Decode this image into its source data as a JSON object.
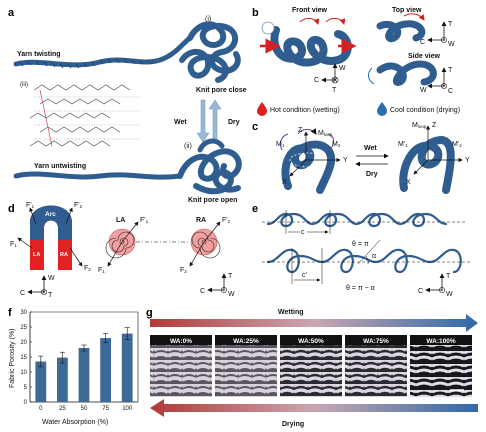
{
  "colors": {
    "yarn": "#2f5d8f",
    "yarn_dark": "#1f446e",
    "hot": "#e02020",
    "cool": "#2a6fb0",
    "bar": "#3e6a98",
    "red_arrow": "#c43a3a"
  },
  "panels": {
    "a": {
      "label": "a",
      "yarn_twisting": "Yarn twisting",
      "yarn_untwisting": "Yarn untwisting",
      "state_i": "(i)",
      "state_ii": "(ii)",
      "state_iii": "(iii)",
      "knit_close": "Knit pore close",
      "knit_open": "Knit pore open",
      "wet": "Wet",
      "dry": "Dry"
    },
    "b": {
      "label": "b",
      "front_view": "Front view",
      "top_view": "Top view",
      "side_view": "Side view",
      "hot": "Hot condition (wetting)",
      "cool": "Cool condition (drying)",
      "axis_T": "T",
      "axis_W": "W",
      "axis_C": "C"
    },
    "c": {
      "label": "c",
      "Z": "Z",
      "Mloop": "M",
      "loop_sub": "loop",
      "M1": "M",
      "M2": "M",
      "X": "X",
      "Y": "Y",
      "wet": "Wet",
      "dry": "Dry",
      "M1p": "M'",
      "M2p": "M'"
    },
    "d": {
      "label": "d",
      "arc": "Arc",
      "la": "LA",
      "ra": "RA",
      "F1": "F",
      "F2": "F",
      "F1p": "F'",
      "F2p": "F'",
      "axis_T": "T",
      "axis_W": "W",
      "axis_C": "C"
    },
    "e": {
      "label": "e",
      "c": "c",
      "c2": "c'",
      "theta_pi": "θ = π",
      "theta_alpha": "θ = π − α",
      "alpha": "α",
      "axis_T": "T",
      "axis_W": "W",
      "axis_C": "C"
    },
    "f": {
      "label": "f"
    },
    "g": {
      "label": "g",
      "wetting": "Wetting",
      "drying": "Drying",
      "captions": [
        "WA:0%",
        "WA:25%",
        "WA:50%",
        "WA:75%",
        "WA:100%"
      ]
    }
  },
  "chart_data": {
    "type": "bar",
    "categories": [
      "0",
      "25",
      "50",
      "75",
      "100"
    ],
    "values": [
      13.5,
      14.8,
      18.0,
      21.3,
      22.8
    ],
    "errors": [
      1.8,
      1.8,
      1.0,
      1.5,
      2.0
    ],
    "xlabel": "Water Absorption (%)",
    "ylabel": "Fabric Porosity (%)",
    "ylim": [
      0,
      30
    ],
    "yticks": [
      "0",
      "5",
      "10",
      "15",
      "20",
      "25",
      "30"
    ]
  }
}
